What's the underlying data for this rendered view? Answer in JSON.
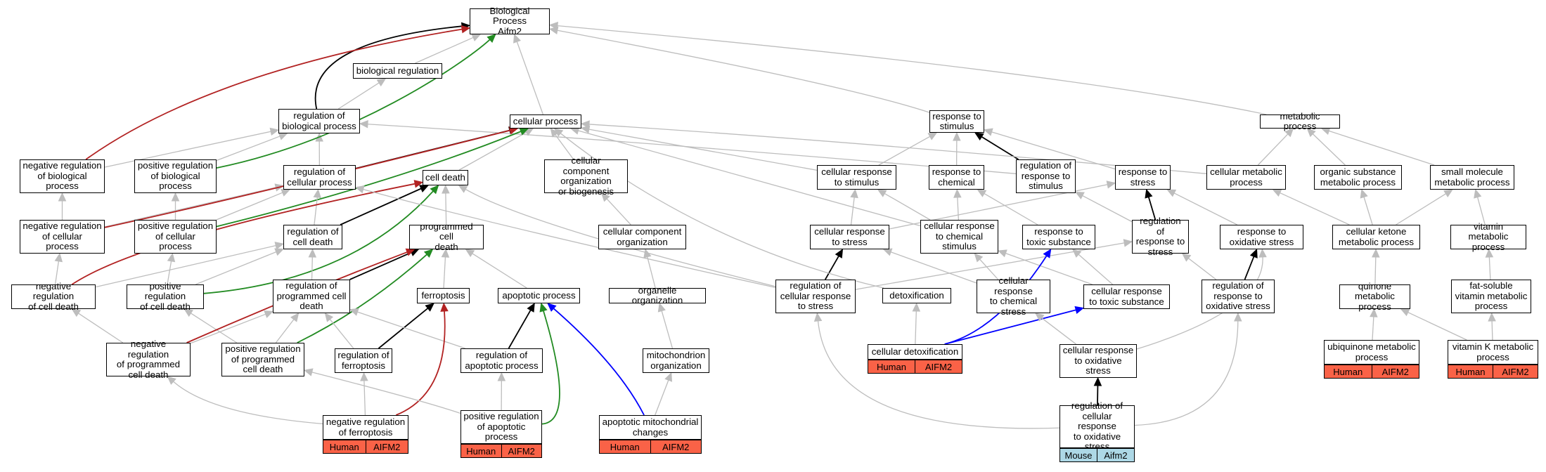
{
  "colors": {
    "gray_edge": "#bdbdbd",
    "black_edge": "#000000",
    "red_edge": "#b22222",
    "green_edge": "#228b22",
    "blue_edge": "#0000ff",
    "human_fill": "#fa6247",
    "mouse_fill": "#add8e6"
  },
  "nodes": {
    "n_root": "Biological Process\nAifm2",
    "n_bioreg": "biological regulation",
    "n_regbio": "regulation of\nbiological process",
    "n_cellproc": "cellular process",
    "n_respstim": "response to\nstimulus",
    "n_metab": "metabolic process",
    "n_negbio": "negative regulation\nof biological\nprocess",
    "n_posbio": "positive regulation\nof biological\nprocess",
    "n_regcell": "regulation of\ncellular process",
    "n_celldeath": "cell death",
    "n_ccob": "cellular component\norganization\nor biogenesis",
    "n_cellrespstim": "cellular response\nto stimulus",
    "n_respchem": "response to\nchemical",
    "n_regrespstim": "regulation of\nresponse to\nstimulus",
    "n_respstress": "response to\nstress",
    "n_cellmetab": "cellular metabolic\nprocess",
    "n_orgsub": "organic substance\nmetabolic process",
    "n_smallmol": "small molecule\nmetabolic process",
    "n_negcell": "negative regulation\nof cellular\nprocess",
    "n_poscell": "positive regulation\nof cellular\nprocess",
    "n_regcelldeath": "regulation of\ncell death",
    "n_pcd": "programmed cell\ndeath",
    "n_cco": "cellular component\norganization",
    "n_cellrespstress": "cellular response\nto stress",
    "n_cellrespchemstim": "cellular response\nto chemical\nstimulus",
    "n_resptox": "response to\ntoxic substance",
    "n_regrespstress": "regulation of\nresponse to\nstress",
    "n_respox": "response to\noxidative stress",
    "n_cellket": "cellular ketone\nmetabolic process",
    "n_vitk": "vitamin metabolic\nprocess",
    "n_negcd": "negative regulation\nof cell death",
    "n_poscd": "positive regulation\nof cell death",
    "n_regpcd": "regulation of\nprogrammed cell\ndeath",
    "n_ferro": "ferroptosis",
    "n_apop": "apoptotic process",
    "n_orgorg": "organelle organization",
    "n_regcellrespstress": "regulation of\ncellular response\nto stress",
    "n_detox": "detoxification",
    "n_cellrespchemstress": "cellular response\nto chemical\nstress",
    "n_cellresptox": "cellular response\nto toxic substance",
    "n_regrespox": "regulation of\nresponse to\noxidative stress",
    "n_quinone": "quinone metabolic\nprocess",
    "n_fatsol": "fat-soluble\nvitamin metabolic\nprocess",
    "n_negpcd": "negative regulation\nof programmed\ncell death",
    "n_pospcd": "positive regulation\nof programmed\ncell death",
    "n_regferro": "regulation of\nferroptosis",
    "n_regapop": "regulation of\napoptotic process",
    "n_mito": "mitochondrion\norganization",
    "n_celldetox": "cellular detoxification",
    "n_cellrespox": "cellular response\nto oxidative\nstress",
    "n_ubiq": "ubiquinone metabolic\nprocess",
    "n_vitkmet": "vitamin K metabolic\nprocess",
    "n_negferro": "negative regulation\nof ferroptosis",
    "n_posapop": "positive regulation\nof apoptotic\nprocess",
    "n_apopmito": "apoptotic mitochondrial\nchanges",
    "n_regcellrespox": "regulation of\ncellular response\nto oxidative\nstress"
  },
  "tags": {
    "t_negferro": {
      "species": "Human",
      "gene": "AIFM2"
    },
    "t_posapop": {
      "species": "Human",
      "gene": "AIFM2"
    },
    "t_apopmito": {
      "species": "Human",
      "gene": "AIFM2"
    },
    "t_celldetox": {
      "species": "Human",
      "gene": "AIFM2"
    },
    "t_regcellrespox": {
      "species": "Mouse",
      "gene": "Aifm2"
    },
    "t_ubiq": {
      "species": "Human",
      "gene": "AIFM2"
    },
    "t_vitkmet": {
      "species": "Human",
      "gene": "AIFM2"
    }
  }
}
